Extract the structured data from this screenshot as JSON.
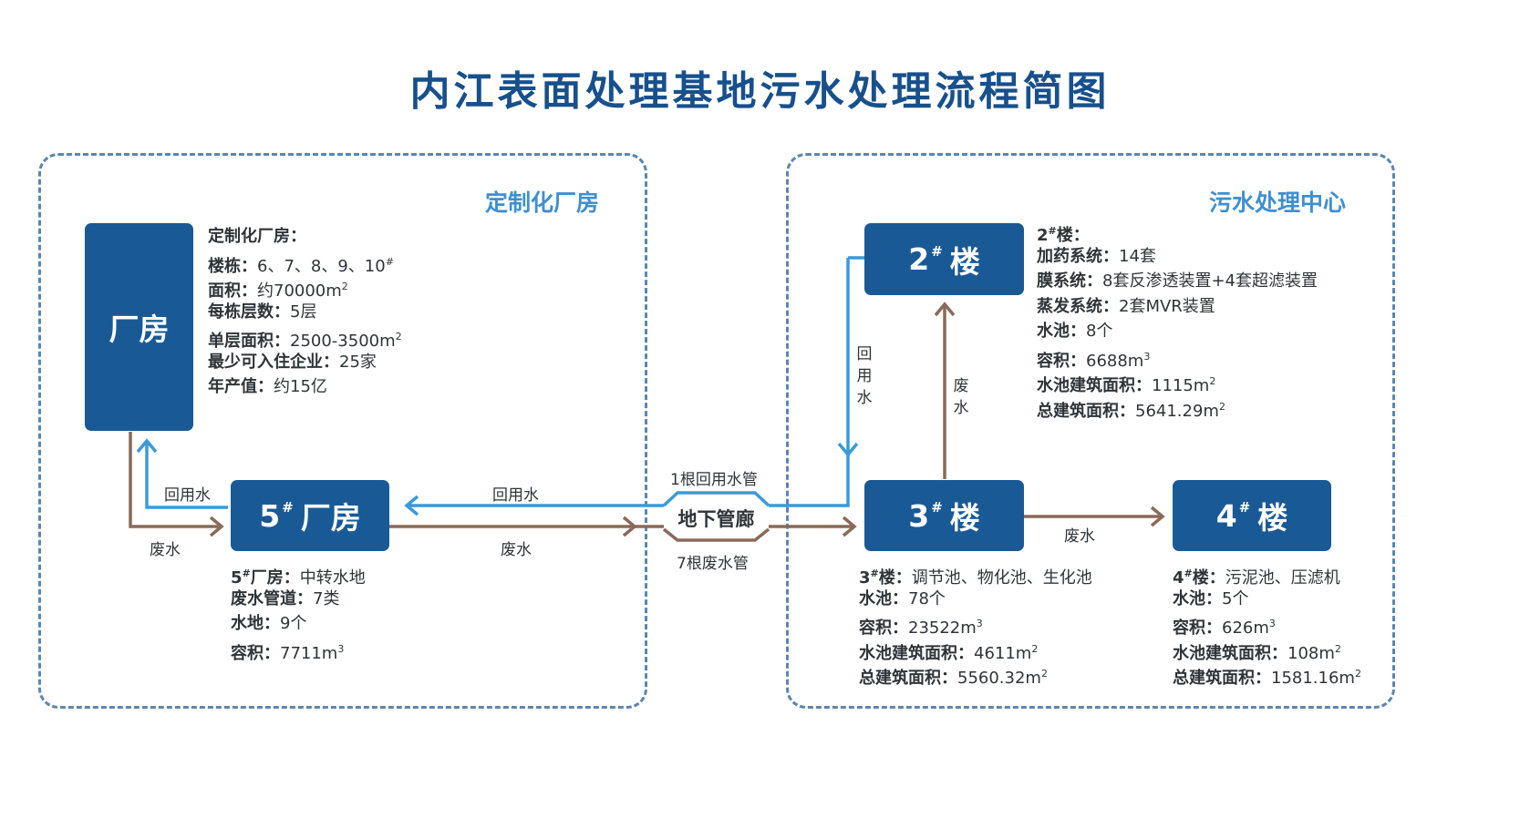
{
  "title": "内江表面处理基地污水处理流程简图",
  "regions": {
    "left": "定制化厂房",
    "right": "污水处理中心"
  },
  "boxes": {
    "factory": "厂房",
    "b5": {
      "num": "5",
      "mark": "#",
      "name": "厂房"
    },
    "b2": {
      "num": "2",
      "mark": "#",
      "name": "楼"
    },
    "b3": {
      "num": "3",
      "mark": "#",
      "name": "楼"
    },
    "b4": {
      "num": "4",
      "mark": "#",
      "name": "楼"
    },
    "corridor": "地下管廊"
  },
  "factory_info": [
    {
      "k": "定制化厂房：",
      "v": ""
    },
    {
      "k": "楼栋：",
      "v": "6、7、8、9、10",
      "sup": "#"
    },
    {
      "k": "面积：",
      "v": "约70000m",
      "sup": "2"
    },
    {
      "k": "每栋层数：",
      "v": "5层"
    },
    {
      "k": "单层面积：",
      "v": "2500-3500m",
      "sup": "2"
    },
    {
      "k": "最少可入住企业：",
      "v": "25家"
    },
    {
      "k": "年产值：",
      "v": "约15亿"
    }
  ],
  "b5_info": [
    {
      "k": "5",
      "ksup": "#",
      "k2": "厂房：",
      "v": "中转水地"
    },
    {
      "k": "废水管道：",
      "v": "7类"
    },
    {
      "k": "水地：",
      "v": "9个"
    },
    {
      "k": "容积：",
      "v": "7711m",
      "sup": "3"
    }
  ],
  "b2_info": [
    {
      "k": "2",
      "ksup": "#",
      "k2": "楼：",
      "v": ""
    },
    {
      "k": "加药系统：",
      "v": "14套"
    },
    {
      "k": "膜系统：",
      "v": "8套反渗透装置+4套超滤装置"
    },
    {
      "k": "蒸发系统：",
      "v": "2套MVR装置"
    },
    {
      "k": "水池：",
      "v": "8个"
    },
    {
      "k": "容积：",
      "v": "6688m",
      "sup": "3"
    },
    {
      "k": "水池建筑面积：",
      "v": "1115m",
      "sup": "2"
    },
    {
      "k": "总建筑面积：",
      "v": "5641.29m",
      "sup": "2"
    }
  ],
  "b3_info": [
    {
      "k": "3",
      "ksup": "#",
      "k2": "楼：",
      "v": "调节池、物化池、生化池"
    },
    {
      "k": "水池：",
      "v": "78个"
    },
    {
      "k": "容积：",
      "v": "23522m",
      "sup": "3"
    },
    {
      "k": "水池建筑面积：",
      "v": "4611m",
      "sup": "2"
    },
    {
      "k": "总建筑面积：",
      "v": "5560.32m",
      "sup": "2"
    }
  ],
  "b4_info": [
    {
      "k": "4",
      "ksup": "#",
      "k2": "楼：",
      "v": "污泥池、压滤机"
    },
    {
      "k": "水池：",
      "v": "5个"
    },
    {
      "k": "容积：",
      "v": "626m",
      "sup": "3"
    },
    {
      "k": "水池建筑面积：",
      "v": "108m",
      "sup": "2"
    },
    {
      "k": "总建筑面积：",
      "v": "1581.16m",
      "sup": "2"
    }
  ],
  "flow_labels": {
    "reuse": "回用水",
    "waste": "废水",
    "pipe_reuse": "1根回用水管",
    "pipe_waste": "7根废水管",
    "reuse_v": "回用水",
    "waste_v": "废水"
  },
  "colors": {
    "title": "#17508c",
    "box": "#195a96",
    "region_border": "#5b86b0",
    "region_label": "#3f8fd0",
    "reuse_line": "#3a9ad9",
    "waste_line": "#8a6a58"
  }
}
